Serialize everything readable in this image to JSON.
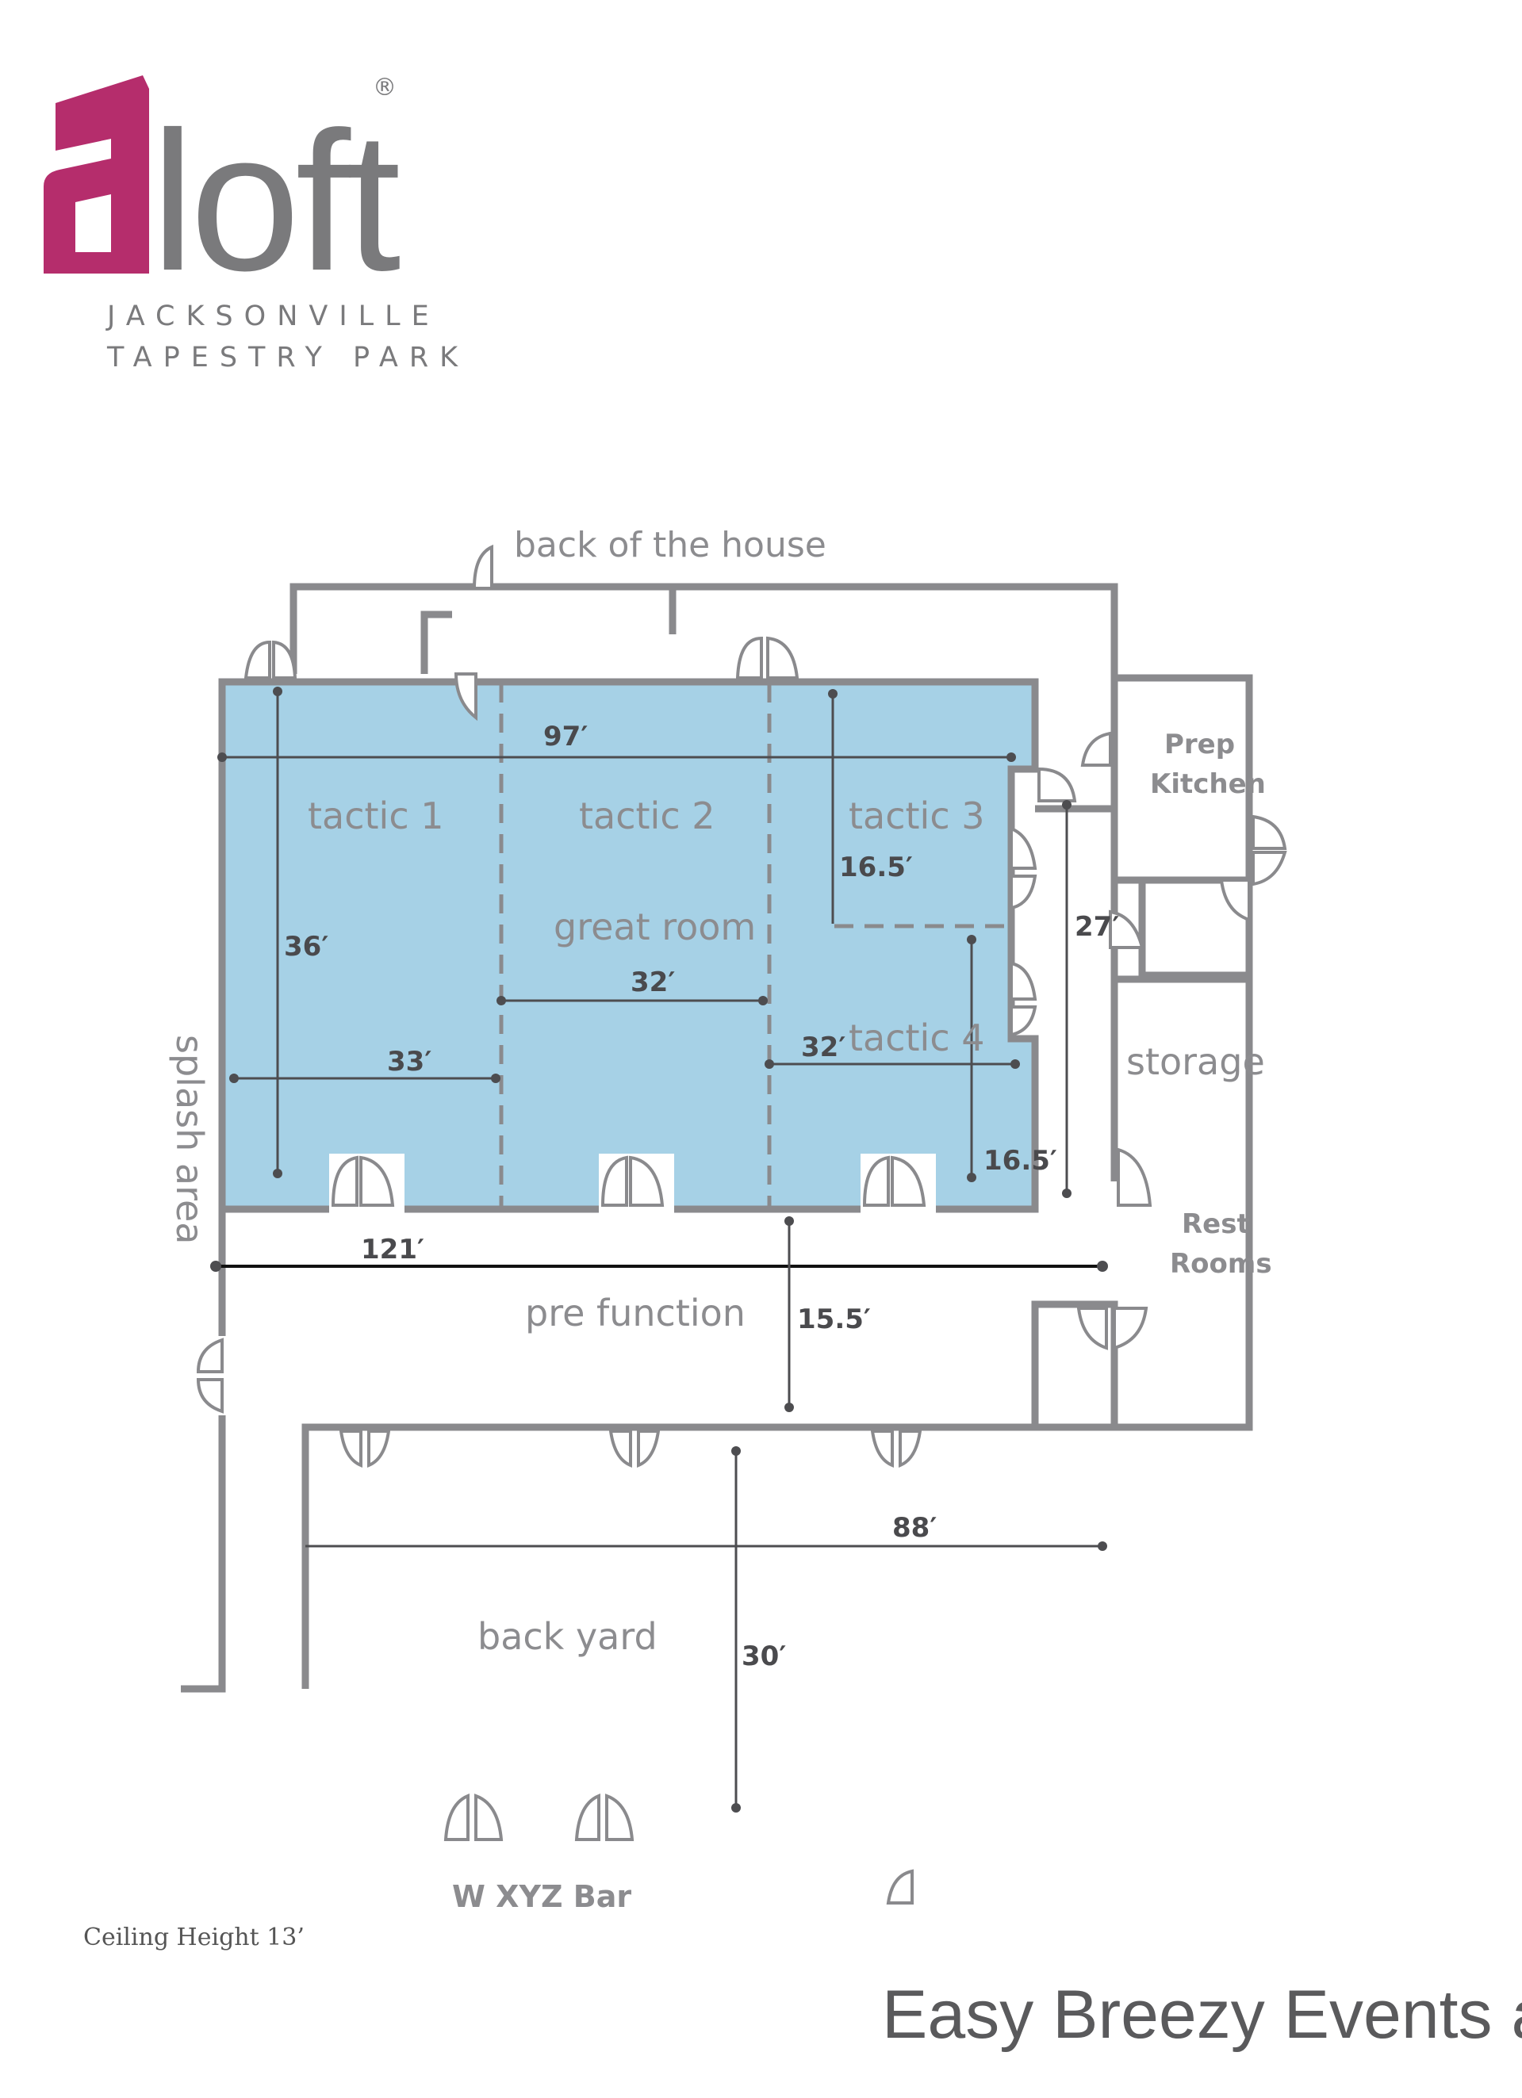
{
  "brand": {
    "logo_text": "aloft",
    "registered_mark": "®",
    "subtitle_line1": "JACKSONVILLE",
    "subtitle_line2": "TAPESTRY PARK",
    "logo_color": "#b52d6c",
    "logo_text_color": "#7a7a7c"
  },
  "floor_plan": {
    "areas": {
      "back_of_house": "back of the house",
      "tactic1": "tactic 1",
      "tactic2": "tactic 2",
      "tactic3": "tactic 3",
      "tactic4": "tactic 4",
      "great_room": "great room",
      "prep_kitchen_line1": "Prep",
      "prep_kitchen_line2": "Kitchen",
      "storage": "storage",
      "restrooms_line1": "Rest",
      "restrooms_line2": "Rooms",
      "splash_area": "splash area",
      "pre_function": "pre function",
      "back_yard": "back yard",
      "bar": "W XYZ Bar"
    },
    "dimensions": {
      "great_room_width": "97′",
      "great_room_depth": "36′",
      "tactic1_width": "33′",
      "tactic2_width": "32′",
      "tactic4_width": "32′",
      "tactic3_depth": "16.5′",
      "tactic4_depth": "16.5′",
      "corridor_length": "27′",
      "prefunction_length": "121′",
      "prefunction_depth": "15.5′",
      "backyard_width": "88′",
      "backyard_depth": "30′"
    },
    "colors": {
      "room_fill": "#a6d1e6",
      "walls": "#8a8a8d"
    }
  },
  "footer": {
    "ceiling_height": "Ceiling  Height 13’",
    "tagline": "Easy Breezy Events at aloft"
  }
}
